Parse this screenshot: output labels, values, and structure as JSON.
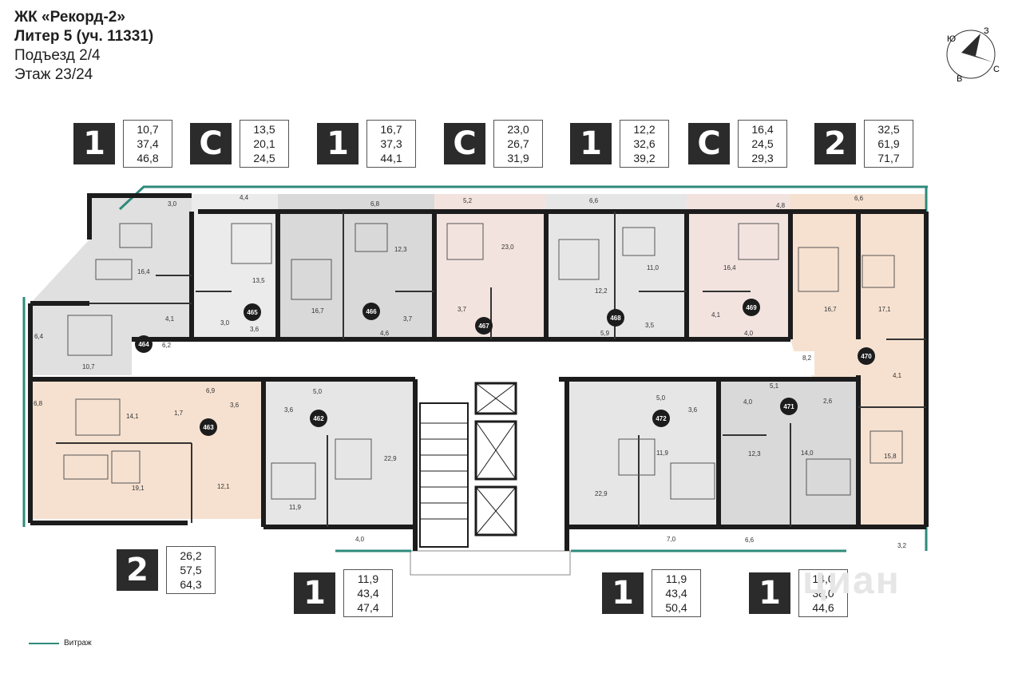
{
  "header": {
    "complex": "ЖК «Рекорд-2»",
    "building": "Литер 5 (уч. 11331)",
    "entrance": "Подъезд 2/4",
    "floor": "Этаж 23/24"
  },
  "compass": {
    "n": "С",
    "s": "Ю",
    "e": "В",
    "w": "З"
  },
  "tags": [
    {
      "type": "1",
      "a": "10,7",
      "b": "37,4",
      "c": "46,8"
    },
    {
      "type": "С",
      "a": "13,5",
      "b": "20,1",
      "c": "24,5"
    },
    {
      "type": "1",
      "a": "16,7",
      "b": "37,3",
      "c": "44,1"
    },
    {
      "type": "С",
      "a": "23,0",
      "b": "26,7",
      "c": "31,9"
    },
    {
      "type": "1",
      "a": "12,2",
      "b": "32,6",
      "c": "39,2"
    },
    {
      "type": "С",
      "a": "16,4",
      "b": "24,5",
      "c": "29,3"
    },
    {
      "type": "2",
      "a": "32,5",
      "b": "61,9",
      "c": "71,7"
    },
    {
      "type": "2",
      "a": "26,2",
      "b": "57,5",
      "c": "64,3"
    },
    {
      "type": "1",
      "a": "11,9",
      "b": "43,4",
      "c": "47,4"
    },
    {
      "type": "1",
      "a": "11,9",
      "b": "43,4",
      "c": "50,4"
    },
    {
      "type": "1",
      "a": "14,0",
      "b": "38,0",
      "c": "44,6"
    }
  ],
  "apartments": [
    "464",
    "465",
    "466",
    "467",
    "468",
    "469",
    "470",
    "471",
    "472",
    "462",
    "463"
  ],
  "room_areas": [
    "3,0",
    "16,4",
    "4,1",
    "6,2",
    "10,7",
    "6,4",
    "4,4",
    "13,5",
    "3,0",
    "3,6",
    "6,8",
    "16,7",
    "12,3",
    "3,7",
    "4,6",
    "5,2",
    "23,0",
    "3,7",
    "6,6",
    "12,2",
    "11,0",
    "5,9",
    "3,5",
    "4,8",
    "16,4",
    "4,1",
    "4,0",
    "6,6",
    "16,7",
    "17,1",
    "8,2",
    "4,1",
    "15,8",
    "3,2",
    "6,8",
    "14,1",
    "1,7",
    "6,9",
    "3,6",
    "19,1",
    "12,1",
    "5,0",
    "3,6",
    "11,9",
    "22,9",
    "4,0",
    "22,9",
    "5,0",
    "3,6",
    "11,9",
    "4,0",
    "5,1",
    "2,6",
    "12,3",
    "14,0",
    "7,0",
    "6,6"
  ],
  "legend": {
    "label": "Витраж",
    "color": "#2e8a7a"
  },
  "watermark": "циан",
  "colors": {
    "gray": "#d9d9d9",
    "light": "#ececec",
    "peach": "#f6e1d0",
    "pink": "#f3e3de",
    "wall": "#1c1c1c",
    "glass": "#2e8a7a"
  }
}
